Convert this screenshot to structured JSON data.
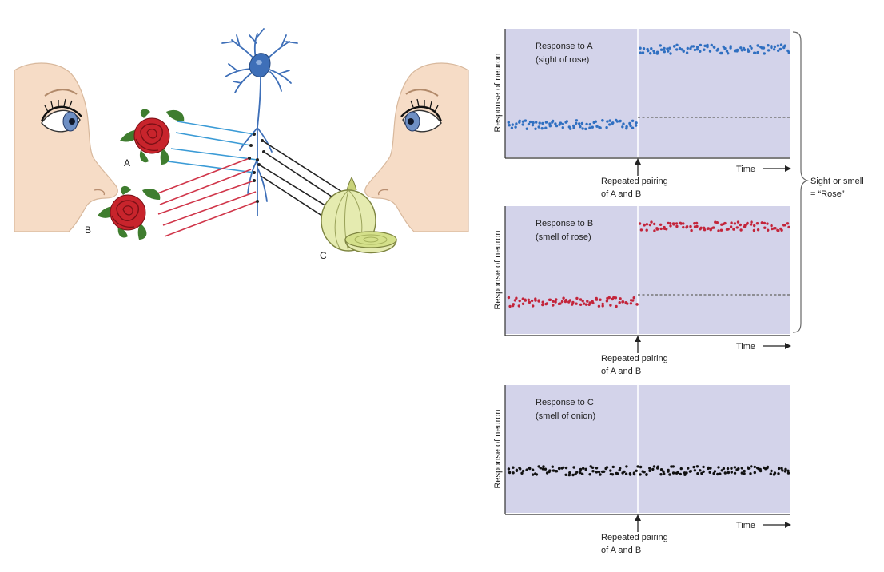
{
  "illustration": {
    "label_a": "A",
    "label_b": "B",
    "label_c": "C"
  },
  "brace_note": {
    "line1": "Sight or smell",
    "line2": "= “Rose”"
  },
  "panels": [
    {
      "title_line1": "Response to A",
      "title_line2": "(sight of rose)",
      "ylabel": "Response of neuron",
      "xlabel": "Time",
      "annotation_line1": "Repeated pairing",
      "annotation_line2": "of A and B",
      "dot_color": "#2f6fc1",
      "before_level": 0.25,
      "after_level": 0.84,
      "baseline_level": 0.25,
      "show_baseline": true
    },
    {
      "title_line1": "Response to B",
      "title_line2": "(smell of rose)",
      "ylabel": "Response of neuron",
      "xlabel": "Time",
      "annotation_line1": "Repeated pairing",
      "annotation_line2": "of A and B",
      "dot_color": "#c3243a",
      "before_level": 0.25,
      "after_level": 0.84,
      "baseline_level": 0.25,
      "show_baseline": true
    },
    {
      "title_line1": "Response to C",
      "title_line2": "(smell of onion)",
      "ylabel": "Response of neuron",
      "xlabel": "Time",
      "annotation_line1": "Repeated pairing",
      "annotation_line2": "of A and B",
      "dot_color": "#111111",
      "before_level": 0.33,
      "after_level": 0.33,
      "baseline_level": 0.33,
      "show_baseline": false
    }
  ],
  "colors": {
    "panel_bg": "#d3d3ea",
    "skin": "#f6dcc6",
    "rose": "#c8242c",
    "leaf": "#3f7d2f",
    "neuron": "#3e6fb8",
    "onion": "#e5ebb0",
    "blue_fiber": "#3b9bd6",
    "red_fiber": "#d0364a",
    "black_fiber": "#222222"
  }
}
